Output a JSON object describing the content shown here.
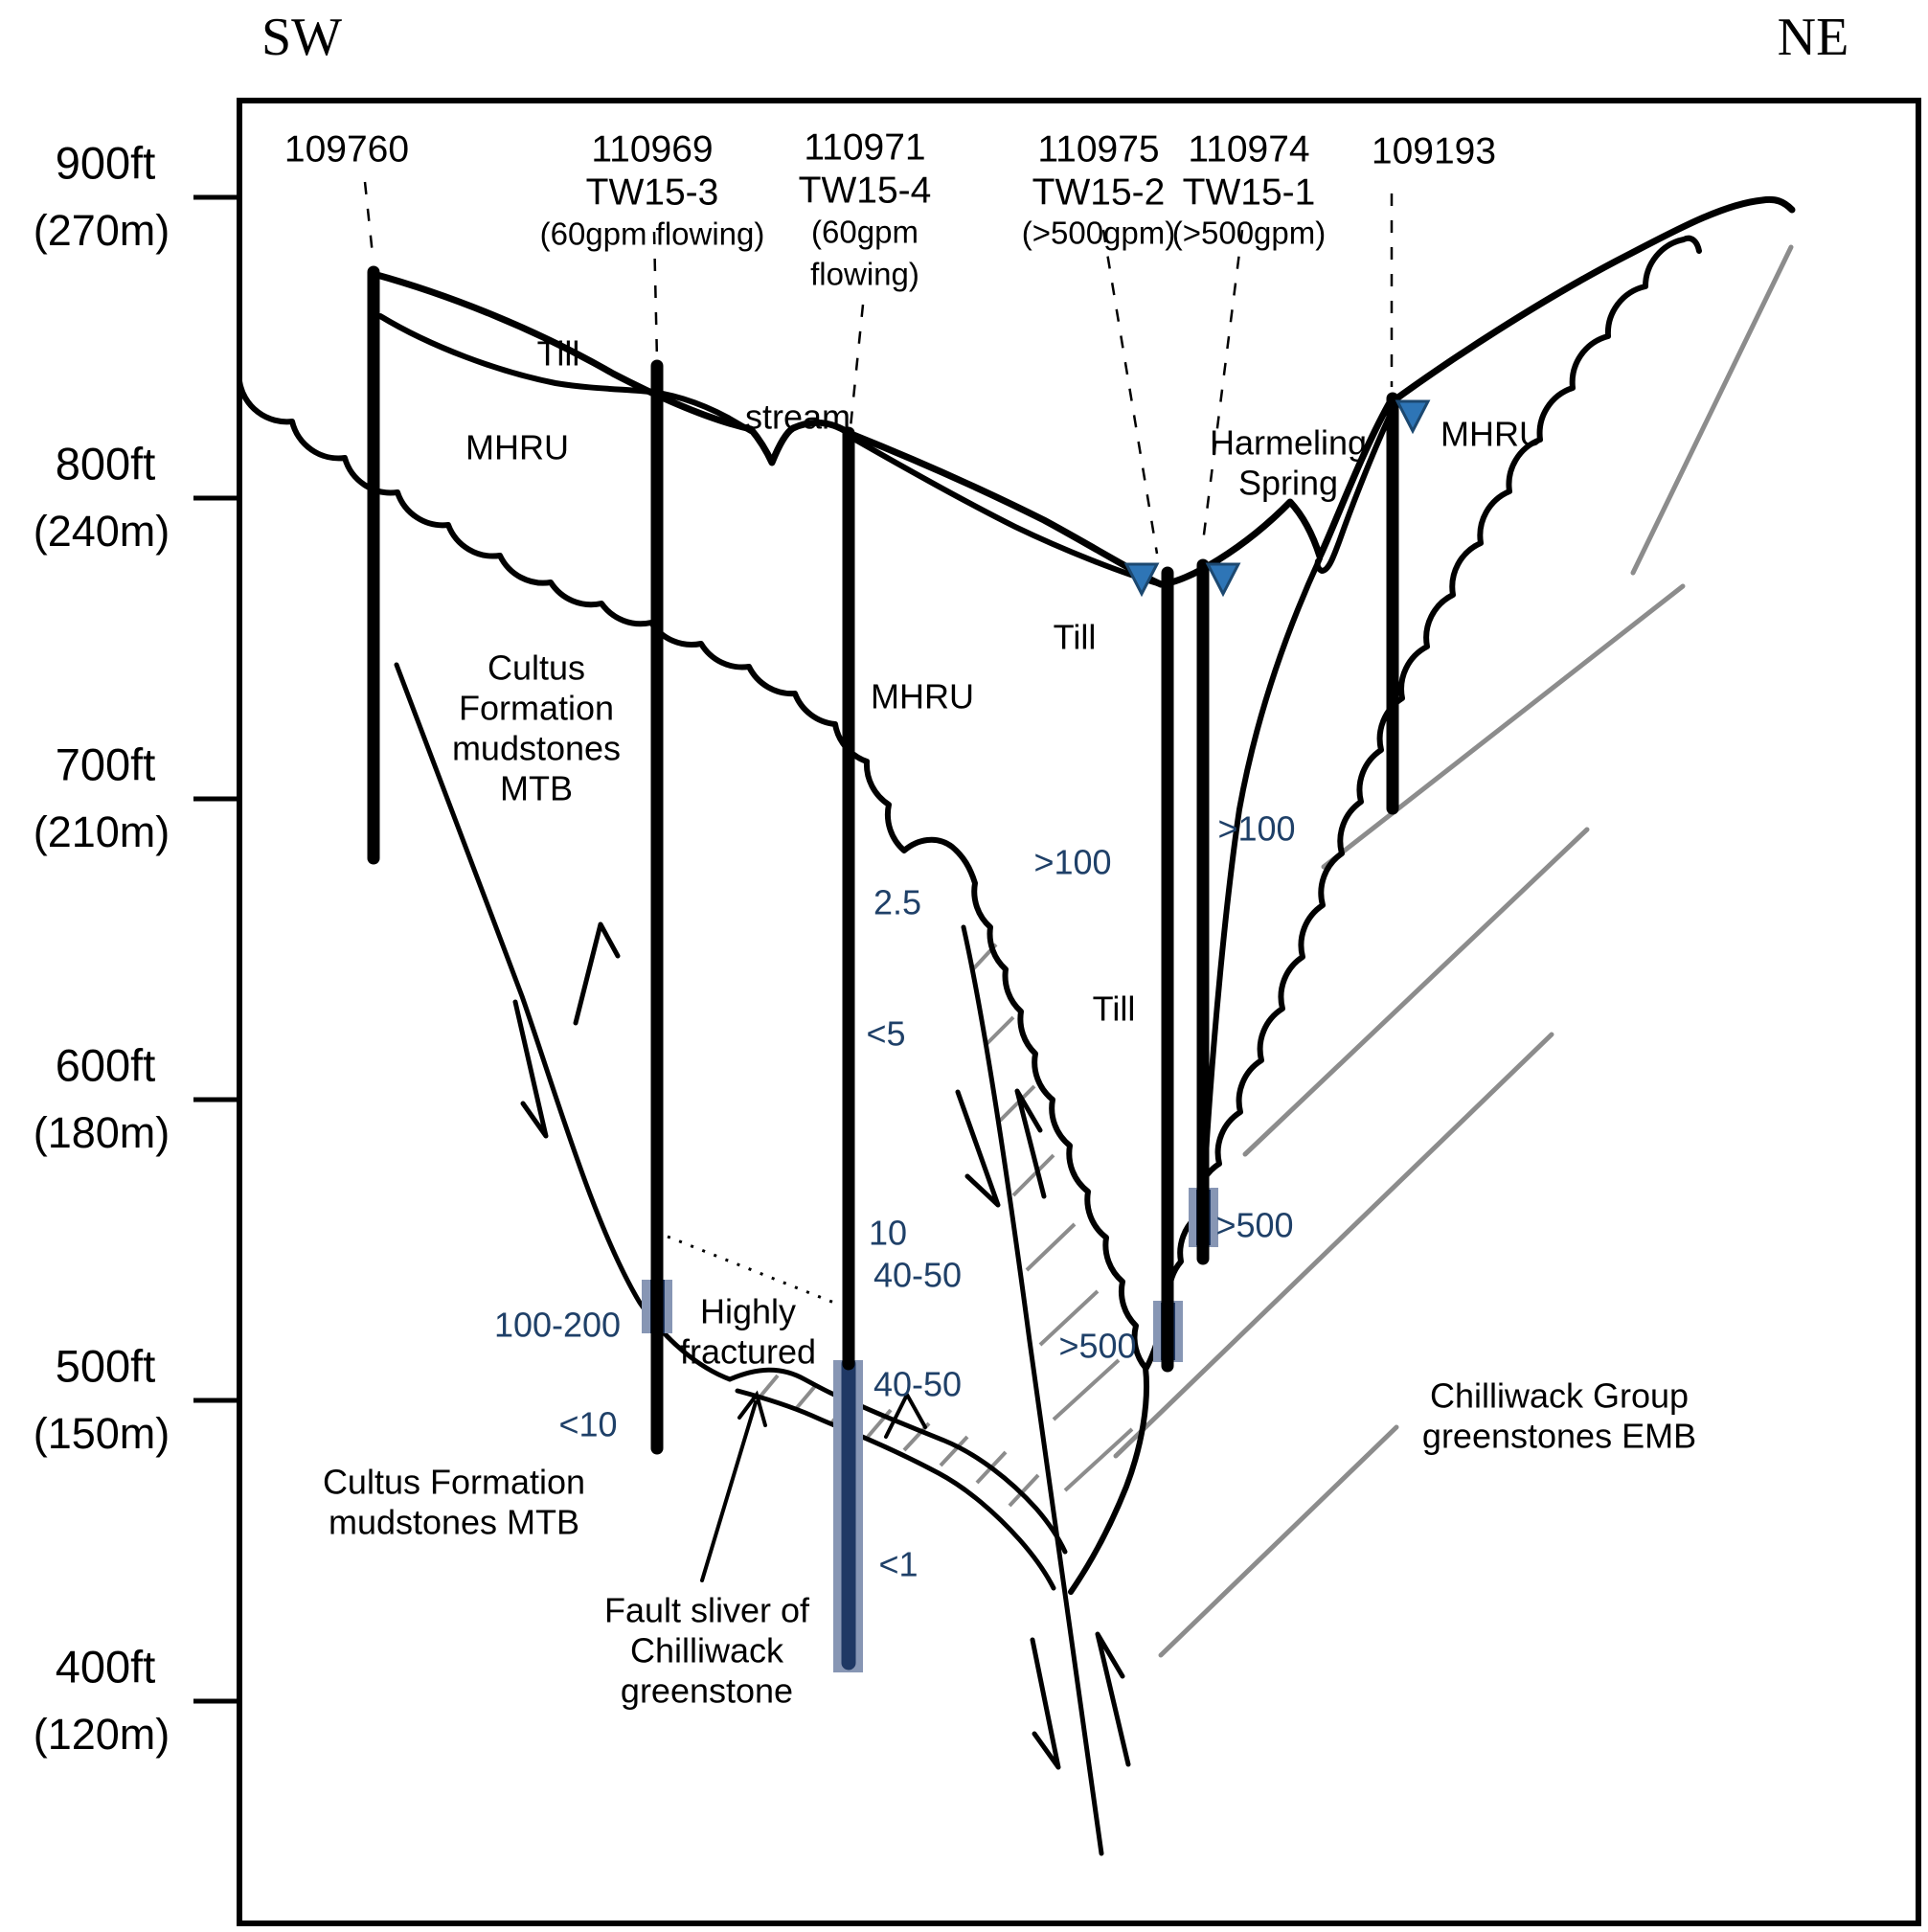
{
  "compass": {
    "sw": "SW",
    "ne": "NE"
  },
  "axis_ticks": [
    {
      "ft": "900ft",
      "m": "(270m)"
    },
    {
      "ft": "800ft",
      "m": "(240m)"
    },
    {
      "ft": "700ft",
      "m": "(210m)"
    },
    {
      "ft": "600ft",
      "m": "(180m)"
    },
    {
      "ft": "500ft",
      "m": "(150m)"
    },
    {
      "ft": "400ft",
      "m": "(120m)"
    }
  ],
  "wells": {
    "w109760": {
      "id": "109760"
    },
    "tw15_3": {
      "id": "110969",
      "name": "TW15-3",
      "flow": "(60gpm flowing)"
    },
    "tw15_4": {
      "id": "110971",
      "name": "TW15-4",
      "flow_line1": "(60gpm",
      "flow_line2": "flowing)"
    },
    "tw15_2": {
      "id": "110975",
      "name": "TW15-2",
      "flow": "(>500gpm)"
    },
    "tw15_1": {
      "id": "110974",
      "name": "TW15-1",
      "flow": "(>500gpm)"
    },
    "w109193": {
      "id": "109193"
    }
  },
  "geology": {
    "till_sw": "Till",
    "mhru_sw": "MHRU",
    "stream": "stream",
    "cultus_upper": [
      "Cultus",
      "Formation",
      "mudstones",
      "MTB"
    ],
    "mhru_mid": "MHRU",
    "till_valley_upper": "Till",
    "till_valley_lower": "Till",
    "harmeling": [
      "Harmeling",
      "Spring"
    ],
    "mhru_ne": "MHRU",
    "highly_fractured": [
      "Highly",
      "fractured"
    ],
    "cultus_lower": [
      "Cultus Formation",
      "mudstones MTB"
    ],
    "fault_sliver": [
      "Fault sliver of",
      "Chilliwack",
      "greenstone"
    ],
    "chilliwack": [
      "Chilliwack Group",
      "greenstones EMB"
    ]
  },
  "hydraulics": {
    "tw3_screen": "100-200",
    "tw3_below": "<10",
    "tw4_upper": "2.5",
    "tw4_mid": "<5",
    "tw4_10": "10",
    "tw4_4050a": "40-50",
    "tw4_4050b": "40-50",
    "tw4_lt1": "<1",
    "tw2_gt100": ">100",
    "tw1_gt100": ">100",
    "tw2_screen": ">500",
    "tw1_screen": ">500"
  },
  "colors": {
    "line": "#000000",
    "blue_label": "#1F4068",
    "screen_light": "#8796B4",
    "screen_dark": "#1F3864",
    "water_triangle_fill": "#2E75B6",
    "water_triangle_stroke": "#1C4870",
    "gray_line": "#8C8C8C"
  }
}
